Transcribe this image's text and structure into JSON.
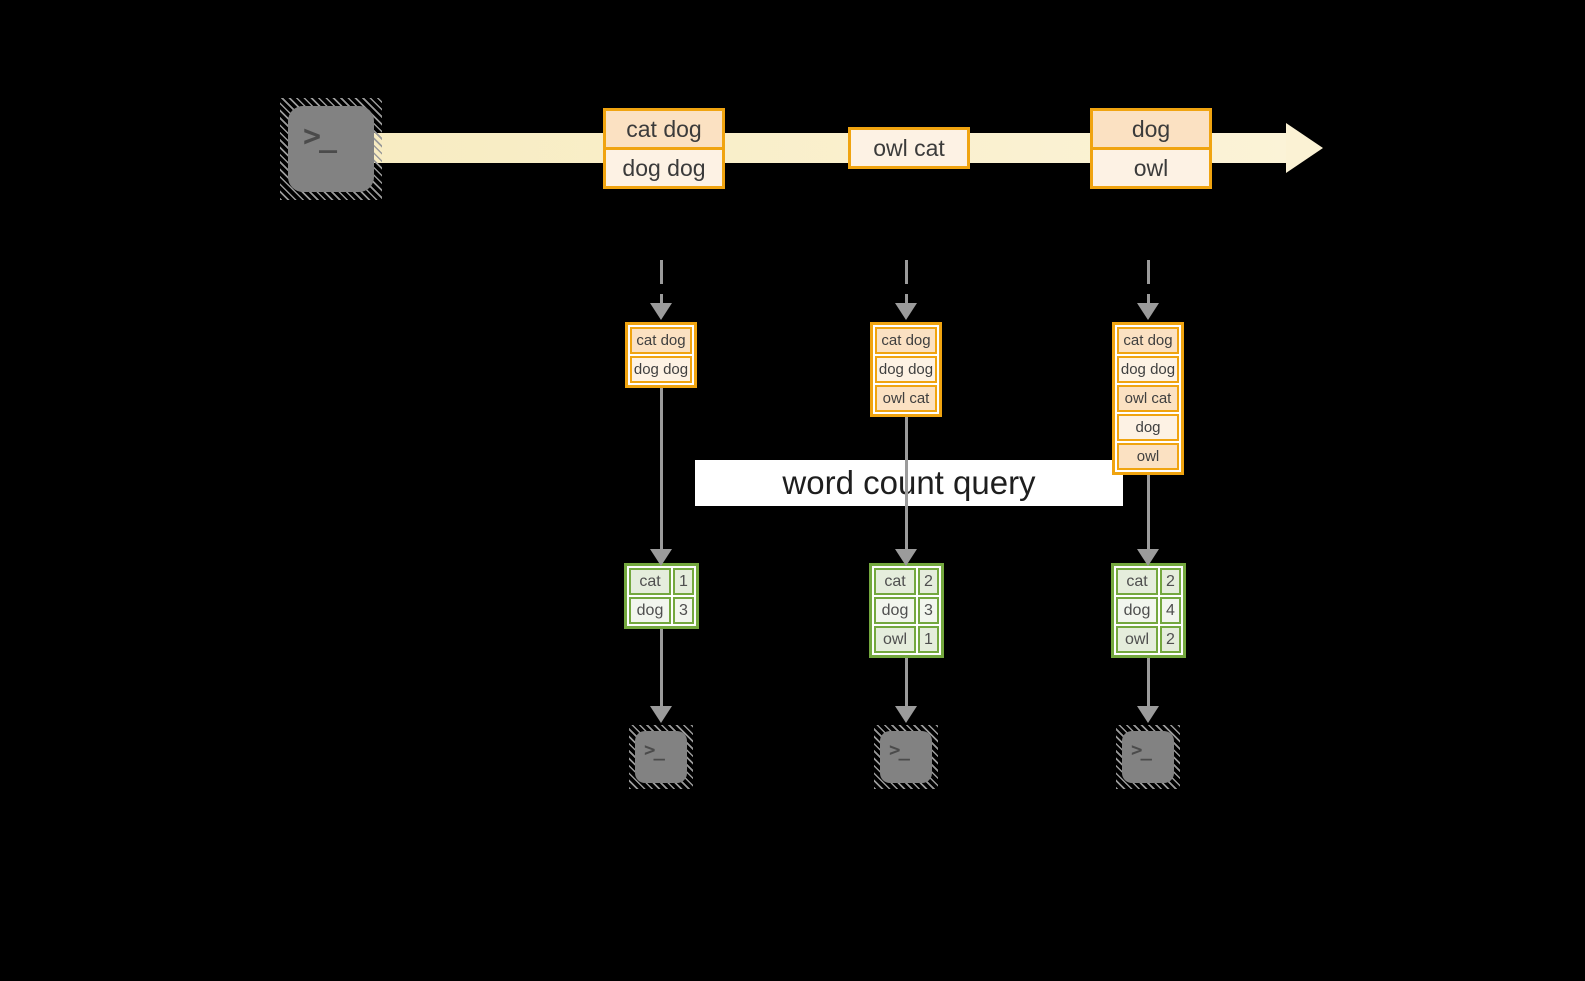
{
  "banner": {
    "label": "word count query"
  },
  "terminal": {
    "glyph": ">_"
  },
  "colors": {
    "background": "#000000",
    "orange_border": "#f0a410",
    "peach_dark": "#fbe1c2",
    "peach_light": "#fdf2e4",
    "stream_band": "#faf0ca",
    "green_border": "#74a83e",
    "green_cell_dark": "#e5eddc",
    "green_cell_light": "#f2f6ee",
    "arrow_gray": "#9b9b9b",
    "terminal_gray": "#828282",
    "banner_bg": "#ffffff"
  },
  "stream": {
    "records": [
      {
        "lines": [
          "cat dog",
          "dog dog"
        ]
      },
      {
        "lines": [
          "owl cat"
        ]
      },
      {
        "lines": [
          "dog",
          "owl"
        ]
      }
    ]
  },
  "columns": [
    {
      "buffer": [
        "cat dog",
        "dog dog"
      ],
      "counts": [
        {
          "word": "cat",
          "value": "1"
        },
        {
          "word": "dog",
          "value": "3"
        }
      ]
    },
    {
      "buffer": [
        "cat dog",
        "dog dog",
        "owl cat"
      ],
      "counts": [
        {
          "word": "cat",
          "value": "2"
        },
        {
          "word": "dog",
          "value": "3"
        },
        {
          "word": "owl",
          "value": "1"
        }
      ]
    },
    {
      "buffer": [
        "cat dog",
        "dog dog",
        "owl cat",
        "dog",
        "owl"
      ],
      "counts": [
        {
          "word": "cat",
          "value": "2"
        },
        {
          "word": "dog",
          "value": "4"
        },
        {
          "word": "owl",
          "value": "2"
        }
      ]
    }
  ]
}
